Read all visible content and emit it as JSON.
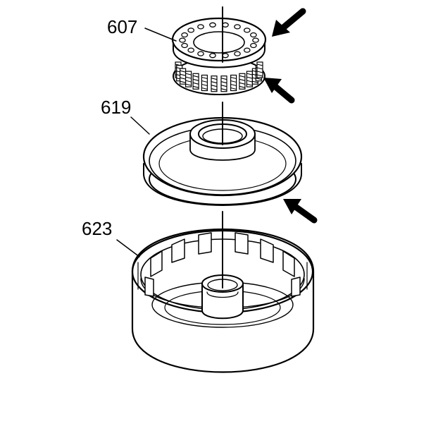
{
  "callouts": {
    "spring_assembly": "607",
    "piston": "619",
    "housing": "623"
  },
  "colors": {
    "ink": "#000000",
    "paper": "#ffffff"
  }
}
